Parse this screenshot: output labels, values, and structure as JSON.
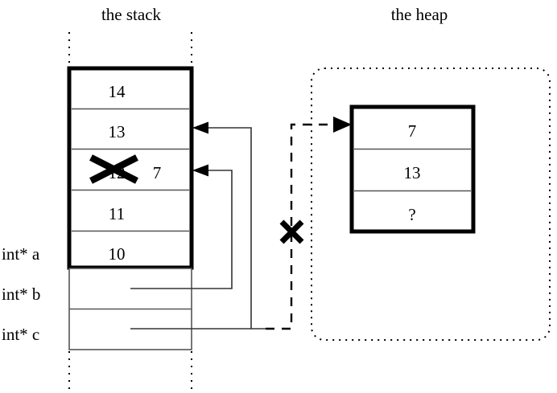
{
  "figure": {
    "title_stack": "the stack",
    "title_heap": "the heap"
  },
  "stack": {
    "frame_cells": [
      {
        "value": "14",
        "struck": false
      },
      {
        "value": "13",
        "struck": false
      },
      {
        "value": "12",
        "struck": true,
        "replacement": "7"
      },
      {
        "value": "11",
        "struck": false
      },
      {
        "value": "10",
        "struck": false
      }
    ],
    "pointer_vars": [
      {
        "label": "int* a",
        "target": "stack-cell-10"
      },
      {
        "label": "int* b",
        "target": "stack-cell-12"
      },
      {
        "label": "int* c",
        "target": "heap-block"
      }
    ],
    "var_labels": {
      "a": "int* a",
      "b": "int* b",
      "c": "int* c"
    }
  },
  "heap": {
    "block_cells": [
      {
        "value": "7"
      },
      {
        "value": "13"
      },
      {
        "value": "?"
      }
    ]
  },
  "annotations": {
    "struck_value": "12",
    "new_value": "7",
    "invalid_pointer_mark": "X",
    "struck_cell_mark": "X"
  },
  "colors": {
    "ink": "#000000",
    "rule": "#555555",
    "pointer": "#333333"
  }
}
